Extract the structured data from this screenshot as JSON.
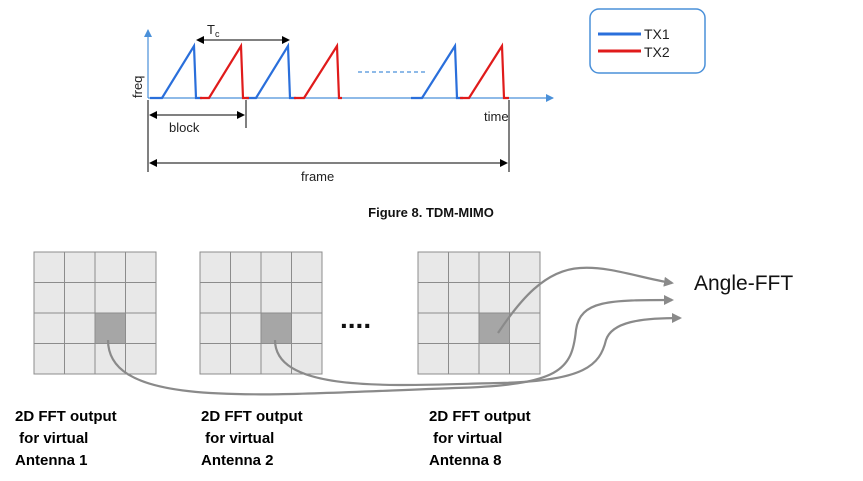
{
  "timing": {
    "tc_label": "T",
    "tc_sub": "c",
    "y_label": "freq",
    "x_label": "time",
    "block_label": "block",
    "frame_label": "frame"
  },
  "legend": {
    "items": [
      {
        "label": "TX1",
        "color": "#2a6fdb"
      },
      {
        "label": "TX2",
        "color": "#e01b1b"
      }
    ]
  },
  "caption": "Figure 8. TDM-MIMO",
  "fft": {
    "angle_fft_label": "Angle-FFT",
    "ellipsis": "....",
    "antennas": [
      {
        "line1": "2D FFT output",
        "line2": " for virtual",
        "line3": "Antenna 1"
      },
      {
        "line1": "2D FFT output",
        "line2": " for virtual",
        "line3": "Antenna 2"
      },
      {
        "line1": "2D FFT output",
        "line2": " for virtual",
        "line3": "Antenna 8"
      }
    ]
  },
  "colors": {
    "axis": "#4a90d9",
    "tx1": "#2a6fdb",
    "tx2": "#e01b1b",
    "grid_fill": "#e8e8e8",
    "grid_cell_highlight": "#a6a6a6",
    "grid_line": "#8c8c8c",
    "arrow": "#8a8a8a"
  }
}
